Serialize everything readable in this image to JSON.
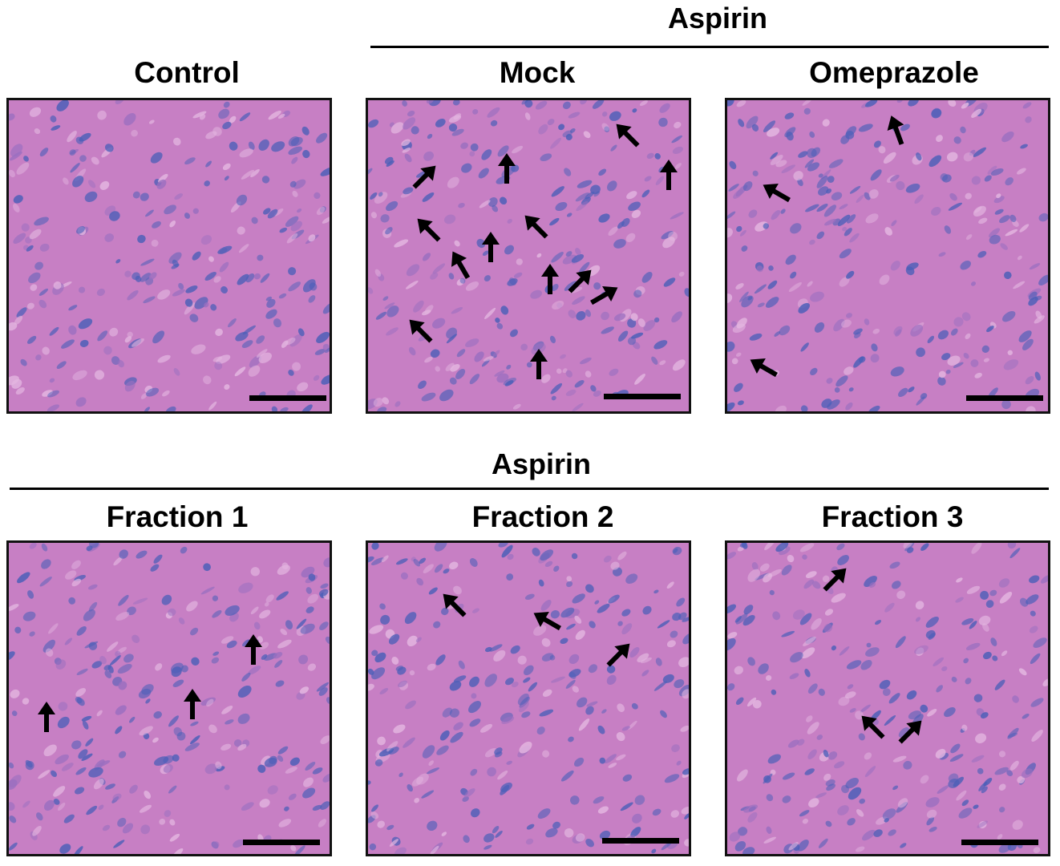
{
  "top_group": {
    "title": "Aspirin"
  },
  "bottom_group": {
    "title": "Aspirin"
  },
  "panels": [
    {
      "title": "Control",
      "arrow_count": 0
    },
    {
      "title": "Mock",
      "arrow_count": 13
    },
    {
      "title": "Omeprazole",
      "arrow_count": 3
    },
    {
      "title": "Fraction 1",
      "arrow_count": 3
    },
    {
      "title": "Fraction 2",
      "arrow_count": 3
    },
    {
      "title": "Fraction 3",
      "arrow_count": 3
    }
  ],
  "colors": {
    "tissue_pink": "#c77fc4",
    "nuclei_blue": "#4b5fb8",
    "arrow": "#000000"
  }
}
